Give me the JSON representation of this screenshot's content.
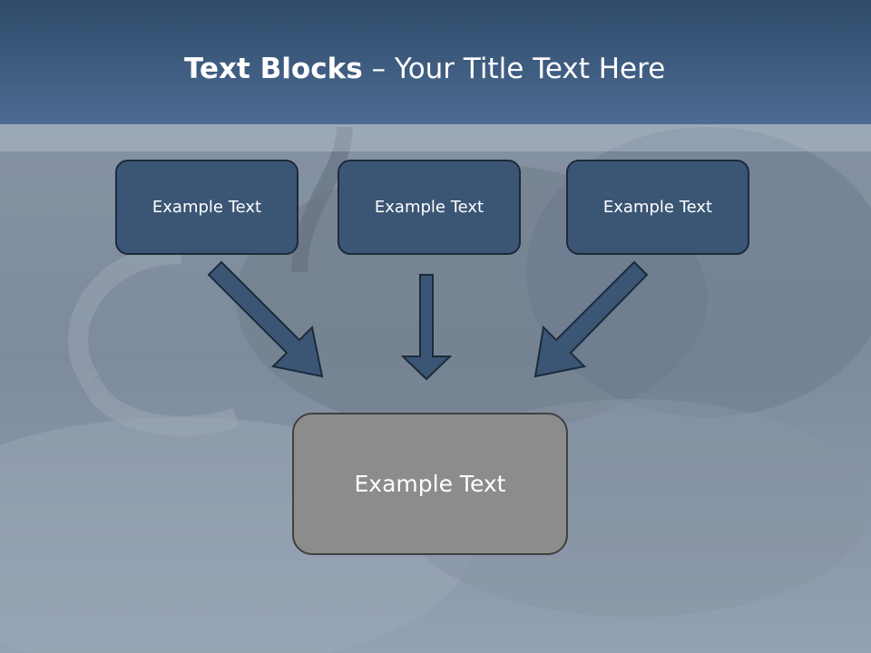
{
  "title": {
    "bold": "Text Blocks",
    "separator": " – ",
    "rest": "Your Title Text Here"
  },
  "blocks": [
    {
      "label": "Example Text"
    },
    {
      "label": "Example Text"
    },
    {
      "label": "Example Text"
    }
  ],
  "target_block": {
    "label": "Example Text"
  },
  "colors": {
    "title_bar": "#3f5d82",
    "block_fill": "#3b5675",
    "block_border": "#1c2a3a",
    "target_fill": "#8c8c8c",
    "arrow_fill": "#3b5675"
  }
}
